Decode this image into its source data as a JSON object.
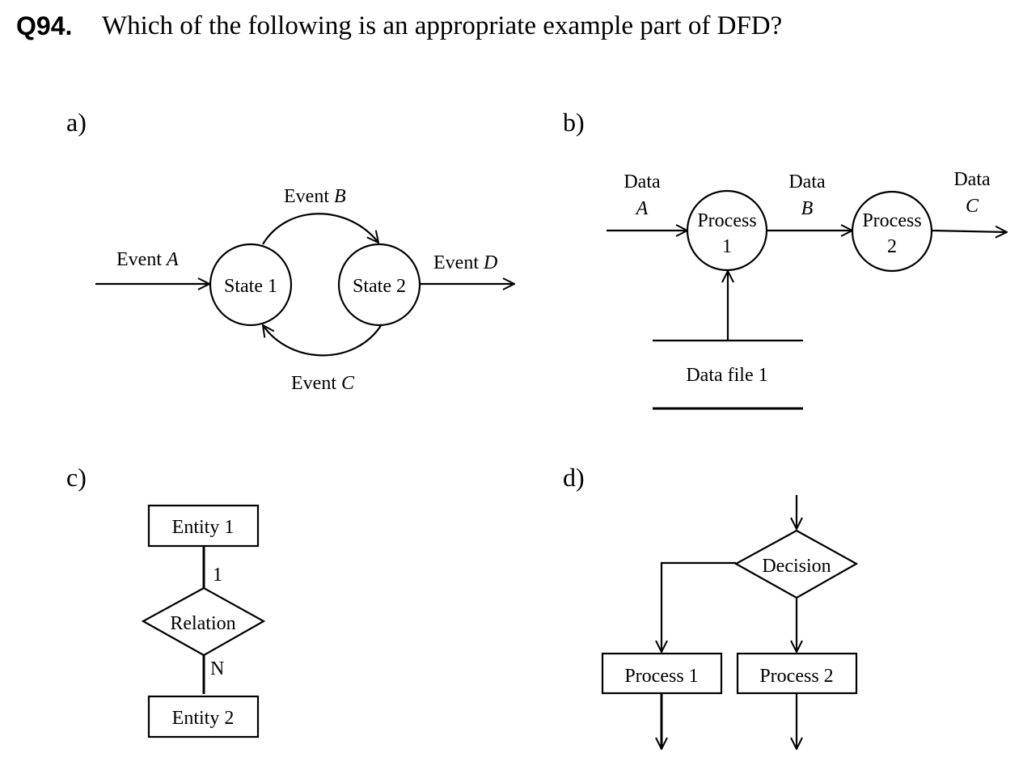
{
  "question": {
    "number": "Q94.",
    "text": "Which of the following is an appropriate example part of DFD?"
  },
  "options": {
    "a": {
      "label": "a)",
      "type": "state-transition-diagram",
      "states": [
        "State 1",
        "State 2"
      ],
      "events": {
        "a_prefix": "Event ",
        "a_var": "A",
        "b_prefix": "Event ",
        "b_var": "B",
        "c_prefix": "Event ",
        "c_var": "C",
        "d_prefix": "Event ",
        "d_var": "D"
      }
    },
    "b": {
      "label": "b)",
      "type": "data-flow-diagram",
      "processes": [
        {
          "line1": "Process",
          "line2": "1"
        },
        {
          "line1": "Process",
          "line2": "2"
        }
      ],
      "flows": [
        {
          "word": "Data",
          "var": "A"
        },
        {
          "word": "Data",
          "var": "B"
        },
        {
          "word": "Data",
          "var": "C"
        }
      ],
      "datastore": "Data file 1"
    },
    "c": {
      "label": "c)",
      "type": "entity-relationship-diagram",
      "entities": [
        "Entity 1",
        "Entity 2"
      ],
      "relation": "Relation",
      "cardinality_top": "1",
      "cardinality_bottom": "N"
    },
    "d": {
      "label": "d)",
      "type": "flowchart",
      "decision": "Decision",
      "processes": [
        "Process 1",
        "Process 2"
      ]
    }
  }
}
